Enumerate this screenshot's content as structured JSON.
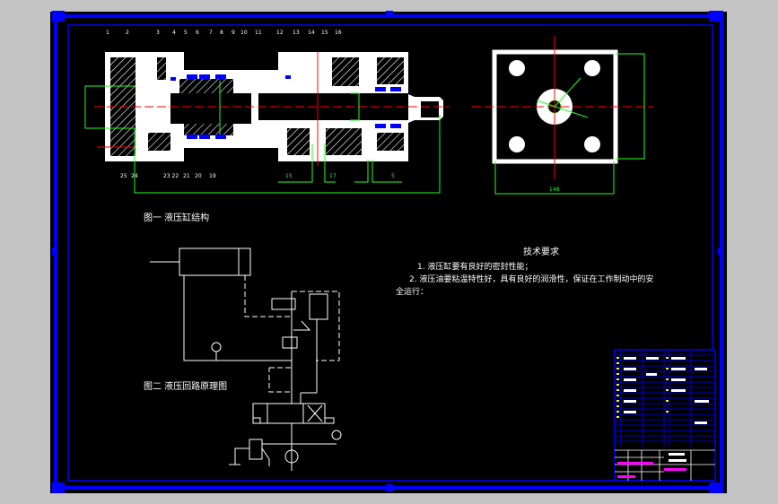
{
  "colors": {
    "frame": "#0000ff",
    "background": "#000000",
    "outline": "#ffffff",
    "dimension": "#00ff00",
    "centerline": "#ff0000",
    "seal": "#0000ff",
    "titleblock_accent": "#ff00ff",
    "table_numbers": "#ffff00"
  },
  "figure1": {
    "caption": "图一 液压缸结构",
    "top_part_numbers": [
      "1",
      "2",
      "3",
      "4",
      "5",
      "6",
      "7",
      "8",
      "9",
      "10",
      "11",
      "12",
      "13",
      "14",
      "15",
      "16"
    ],
    "bottom_part_numbers": [
      "25",
      "24",
      "23 22",
      "21",
      "20",
      "19"
    ],
    "dimensions": [
      "15",
      "17",
      "5"
    ]
  },
  "end_view": {
    "dimensions": [
      "148"
    ]
  },
  "figure2": {
    "caption": "图二 液压回路原理图"
  },
  "technical_requirements": {
    "title": "技术要求",
    "items": [
      "1. 液压缸要有良好的密封性能；",
      "2. 液压油要粘温特性好，具有良好的润滑性，保证在工作制动中的安",
      "全运行："
    ]
  }
}
